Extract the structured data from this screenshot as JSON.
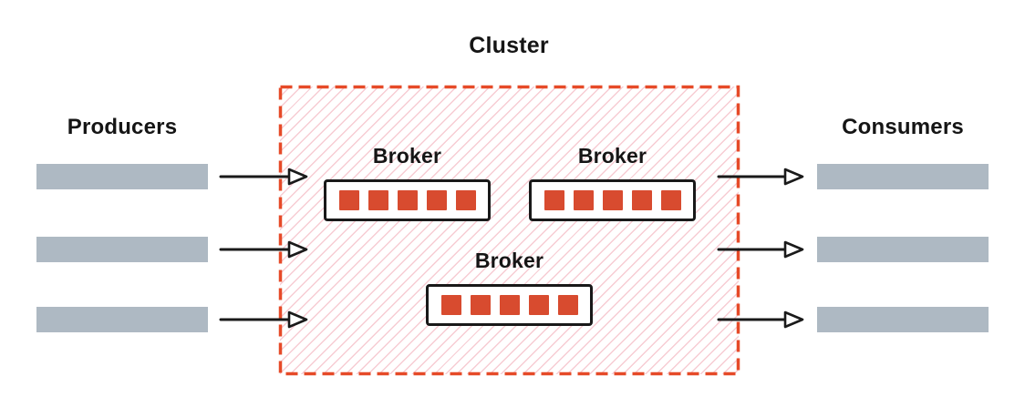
{
  "diagram": {
    "producers": {
      "label": "Producers",
      "stream_count": 3
    },
    "consumers": {
      "label": "Consumers",
      "stream_count": 3
    },
    "cluster": {
      "label": "Cluster",
      "brokers": [
        {
          "label": "Broker",
          "partition_count": 5
        },
        {
          "label": "Broker",
          "partition_count": 5
        },
        {
          "label": "Broker",
          "partition_count": 5
        }
      ]
    },
    "colors": {
      "cluster_border": "#e64a28",
      "cluster_hatch": "#f7ccd3",
      "partition": "#d84b2f",
      "stream_bar": "#aeb9c3",
      "arrow": "#1a1a1a",
      "text": "#151515"
    }
  }
}
